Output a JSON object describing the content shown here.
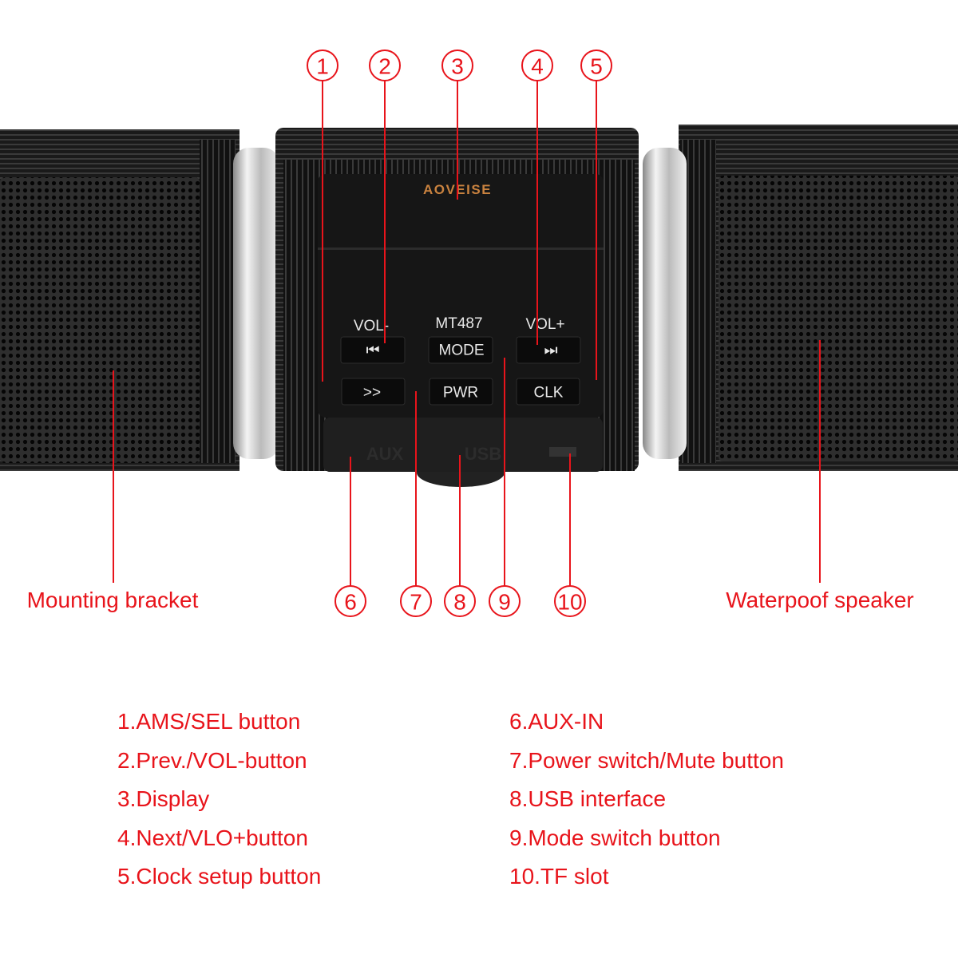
{
  "device": {
    "brand": "AOVEISE",
    "model": "MT487",
    "panel_labels": {
      "vol_minus": "VOL-",
      "vol_plus": "VOL+"
    },
    "buttons": {
      "prev": "⏮",
      "mode": "MODE",
      "next": "⏭",
      "ams": ">>",
      "pwr": "PWR",
      "clk": "CLK"
    },
    "ports": {
      "aux": "AUX",
      "usb": "USB"
    },
    "colors": {
      "brand": "#c9823f",
      "body": "#141414",
      "callout": "#e8141b"
    }
  },
  "callouts_top": [
    "1",
    "2",
    "3",
    "4",
    "5"
  ],
  "callouts_bottom": [
    "6",
    "7",
    "8",
    "9",
    "10"
  ],
  "side_labels": {
    "left": "Mounting bracket",
    "right": "Waterpoof speaker"
  },
  "legend": {
    "left": [
      "1.AMS/SEL button",
      "2.Prev./VOL-button",
      "3.Display",
      "4.Next/VLO+button",
      "5.Clock setup button"
    ],
    "right": [
      "6.AUX-IN",
      "7.Power switch/Mute button",
      "8.USB interface",
      "9.Mode switch button",
      "10.TF slot"
    ]
  }
}
